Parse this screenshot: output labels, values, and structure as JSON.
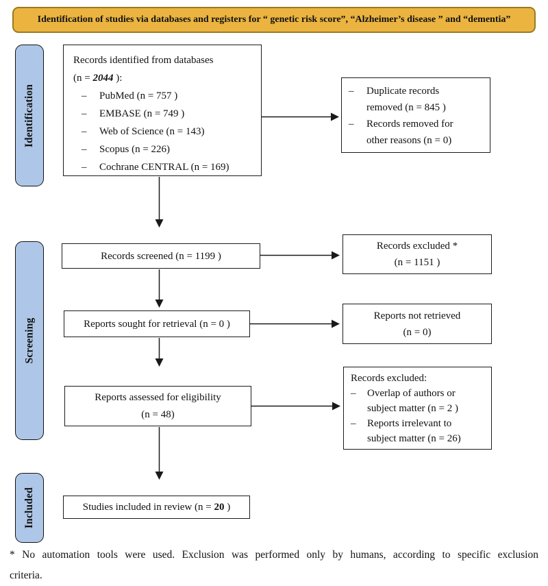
{
  "banner": {
    "text": "Identification of studies via databases and registers for “ genetic risk score”, “Alzheimer’s disease ” and “dementia”"
  },
  "glyphs": {
    "dash": "–"
  },
  "colors": {
    "banner_bg": "#EBB440",
    "banner_border": "#9A7A1F",
    "stage_bg": "#AEC7E8",
    "box_border": "#1A1A1A"
  },
  "stages": [
    {
      "label": "Identification"
    },
    {
      "label": "Screening"
    },
    {
      "label": "Included"
    }
  ],
  "flow": {
    "identified": {
      "line1": "Records identified from databases",
      "n_prefix": "(n = ",
      "n_value": "2044",
      "n_suffix": " ):",
      "items": [
        "PubMed (n = 757 )",
        "EMBASE (n = 749 )",
        "Web of Science (n = 143)",
        "Scopus (n = 226)",
        "Cochrane CENTRAL (n = 169)"
      ]
    },
    "duplicates": {
      "items": [
        "Duplicate records removed (n = 845 )",
        "Records removed for other reasons (n = 0)"
      ]
    },
    "screened": {
      "label": "Records screened (n = 1199 )"
    },
    "excluded_screening": {
      "line1": "Records excluded *",
      "line2": "(n = 1151 )"
    },
    "sought": {
      "label": "Reports sought for retrieval (n = 0 )"
    },
    "not_retrieved": {
      "line1": "Reports not retrieved",
      "line2": "(n = 0)"
    },
    "assessed": {
      "line1": "Reports assessed for eligibility",
      "line2": "(n = 48)"
    },
    "excluded_eligibility": {
      "title": "Records excluded:",
      "items": [
        "Overlap of authors or subject matter (n = 2 )",
        "Reports irrelevant to subject matter (n = 26)"
      ]
    },
    "included": {
      "prefix": "Studies included in review (n = ",
      "n_value": "20",
      "suffix": " )"
    }
  },
  "footnote": {
    "text": "* No automation tools were used. Exclusion was performed only by humans, according to specific exclusion criteria."
  }
}
